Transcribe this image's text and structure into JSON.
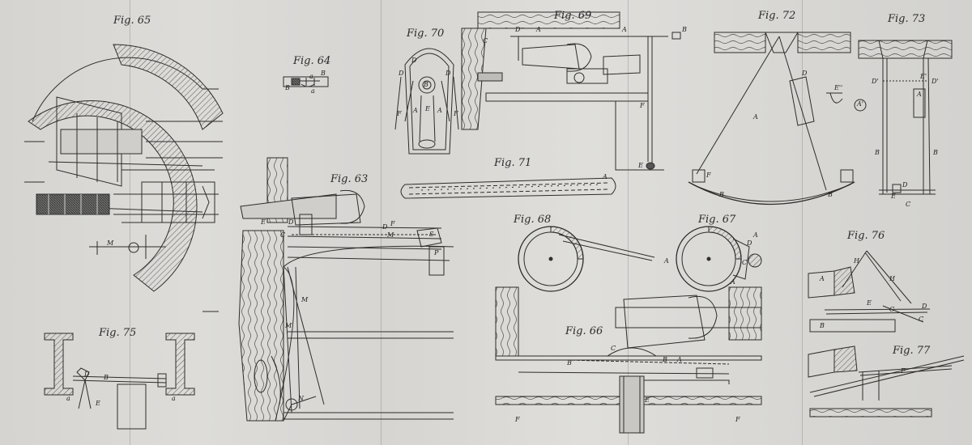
{
  "figures": [
    {
      "id": "fig65",
      "title": "Fig. 65",
      "labels": [
        "M"
      ]
    },
    {
      "id": "fig64",
      "title": "Fig. 64",
      "labels": [
        "B",
        "a",
        "B",
        "a"
      ]
    },
    {
      "id": "fig63",
      "title": "Fig. 63",
      "labels": [
        "E",
        "D",
        "C",
        "D",
        "F",
        "M",
        "S",
        "P",
        "M",
        "M",
        "N"
      ]
    },
    {
      "id": "fig70",
      "title": "Fig. 70",
      "labels": [
        "D",
        "D",
        "B",
        "D",
        "A",
        "E",
        "A",
        "F",
        "F"
      ]
    },
    {
      "id": "fig69",
      "title": "Fig. 69",
      "labels": [
        "C",
        "D",
        "A",
        "A",
        "B",
        "F",
        "E"
      ]
    },
    {
      "id": "fig71",
      "title": "Fig. 71",
      "labels": [
        "A"
      ]
    },
    {
      "id": "fig72",
      "title": "Fig. 72",
      "labels": [
        "D",
        "A",
        "F",
        "B",
        "B"
      ]
    },
    {
      "id": "fig73",
      "title": "Fig. 73",
      "labels": [
        "E''",
        "A'",
        "D'",
        "E'",
        "D'",
        "A",
        "B",
        "B",
        "D",
        "E",
        "C"
      ]
    },
    {
      "id": "fig68",
      "title": "Fig. 68",
      "labels": [
        "A"
      ]
    },
    {
      "id": "fig67",
      "title": "Fig. 67",
      "labels": [
        "A",
        "D",
        "C",
        "A"
      ]
    },
    {
      "id": "fig66",
      "title": "Fig. 66",
      "labels": [
        "C",
        "B",
        "B",
        "A",
        "E",
        "F",
        "F"
      ]
    },
    {
      "id": "fig76",
      "title": "Fig. 76",
      "labels": [
        "H",
        "A",
        "H",
        "E",
        "C",
        "C",
        "D",
        "B"
      ]
    },
    {
      "id": "fig75",
      "title": "Fig. 75",
      "labels": [
        "D",
        "B",
        "a",
        "E",
        "a"
      ]
    },
    {
      "id": "fig77",
      "title": "Fig. 77",
      "labels": [
        "F"
      ]
    }
  ]
}
